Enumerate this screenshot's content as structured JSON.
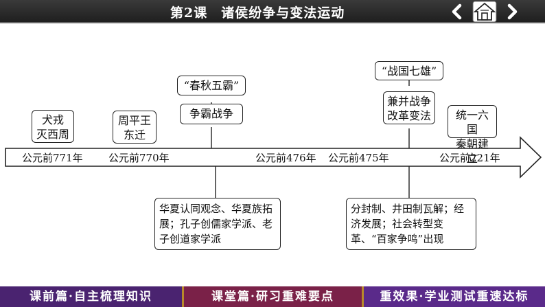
{
  "header": {
    "lesson_title": "第2课　诸侯纷争与变法运动"
  },
  "nav": {
    "prev_icon": "chevron-left-icon",
    "home_icon": "home-icon",
    "next_icon": "chevron-right-icon"
  },
  "timeline": {
    "dates": [
      "公元前771年",
      "公元前770年",
      "公元前476年",
      "公元前475年",
      "公元前221年"
    ],
    "above_events": {
      "e1": "犬戎\n灭西周",
      "e2": "周平王\n东迁",
      "e3_top": "“春秋五霸”",
      "e3": "争霸战争",
      "e4_top": "“战国七雄”",
      "e4": "兼并战争\n改革变法",
      "e5": "统一六国\n秦朝建立"
    },
    "below_events": {
      "spring_autumn": "华夏认同观念、华夏族拓展；孔子创儒家学派、老子创道家学派",
      "warring_states": "分封制、井田制瓦解；经济发展；社会转型变革、“百家争鸣”出现"
    }
  },
  "footer": {
    "tabs": [
      "课前篇·自主梳理知识",
      "课堂篇·研习重难要点",
      "重效果·学业测试重速达标"
    ]
  },
  "colors": {
    "header_bg": "#2b2b2b",
    "tab1": "#4a2370",
    "tab2": "#7a2148",
    "tab3": "#5a2a8a",
    "tab_divider": "#b88a2a"
  }
}
